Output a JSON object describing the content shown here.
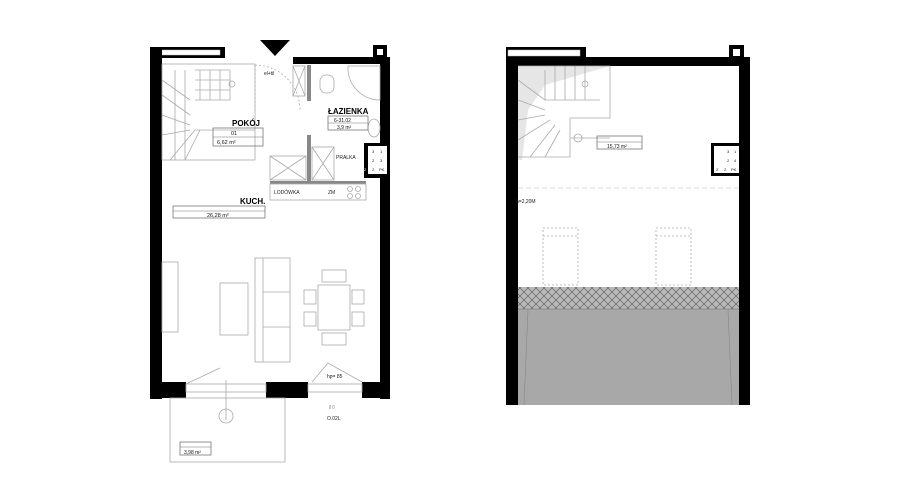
{
  "ground_floor": {
    "entrance_label": "el+til",
    "rooms": [
      {
        "name": "POKÓJ",
        "number": "01",
        "area": "6,62 m²"
      },
      {
        "name": "ŁAZIENKA",
        "number": "6-31.02",
        "area": "3,9 m²"
      },
      {
        "name": "KUCH.",
        "area": "26,28 m²"
      }
    ],
    "appliances": {
      "washer": "PRALKA",
      "fridge": "LODÓWKA",
      "sink": "ZM"
    },
    "window_height": "hp= 85",
    "window_code": "O.02L",
    "balcony_area": "3,98 m²",
    "shaft_cells": [
      "3",
      "1",
      "2",
      "3",
      "2",
      "2",
      "PK"
    ]
  },
  "upper_floor": {
    "area": "15,73 m²",
    "height_label": "h=2,20M",
    "shaft_cells": [
      "3",
      "1",
      "2",
      "4",
      "2",
      "2",
      "PK"
    ]
  }
}
